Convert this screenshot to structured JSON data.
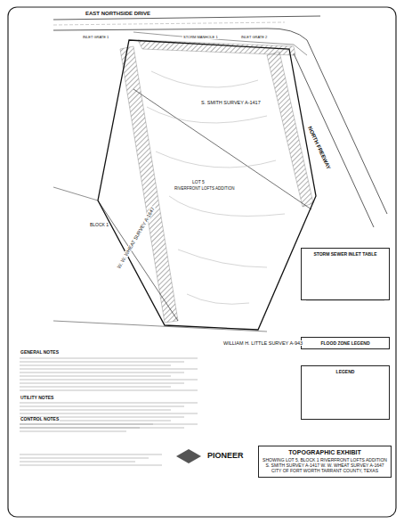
{
  "diagram": {
    "nodes": [
      {
        "text": [
          "TOPOGRAPHIC EXHIBIT",
          "SHOWING LOT 5, BLOCK 1 RIVERFRONT LOFTS ADDITION S. SMITH SURVEY A-1417 W. W. WHEAT SURVEY A-1647 CITY OF FORT WORTH TARRANT COUNTY, TEXAS"
        ]
      },
      {
        "text": [
          "STORM SEWER INLET TABLE"
        ]
      },
      {
        "text": [
          "FLOOD ZONE LEGEND"
        ]
      },
      {
        "text": [
          "LEGEND"
        ]
      }
    ],
    "labels": [
      "EAST NORTHSIDE DRIVE",
      "NORTH FREEWAY",
      "S. SMITH SURVEY A-1417",
      "LOT 5",
      "BLOCK 1",
      "RIVERFRONT LOFTS ADDITION",
      "W. W. WHEAT SURVEY A-1647",
      "WILLIAM H. LITTLE SURVEY A-943",
      "GENERAL NOTES",
      "UTILITY NOTES",
      "CONTROL NOTES",
      "PIONEER",
      "STORM MANHOLE 1",
      "INLET GRATE 1",
      "INLET GRATE 2"
    ]
  }
}
